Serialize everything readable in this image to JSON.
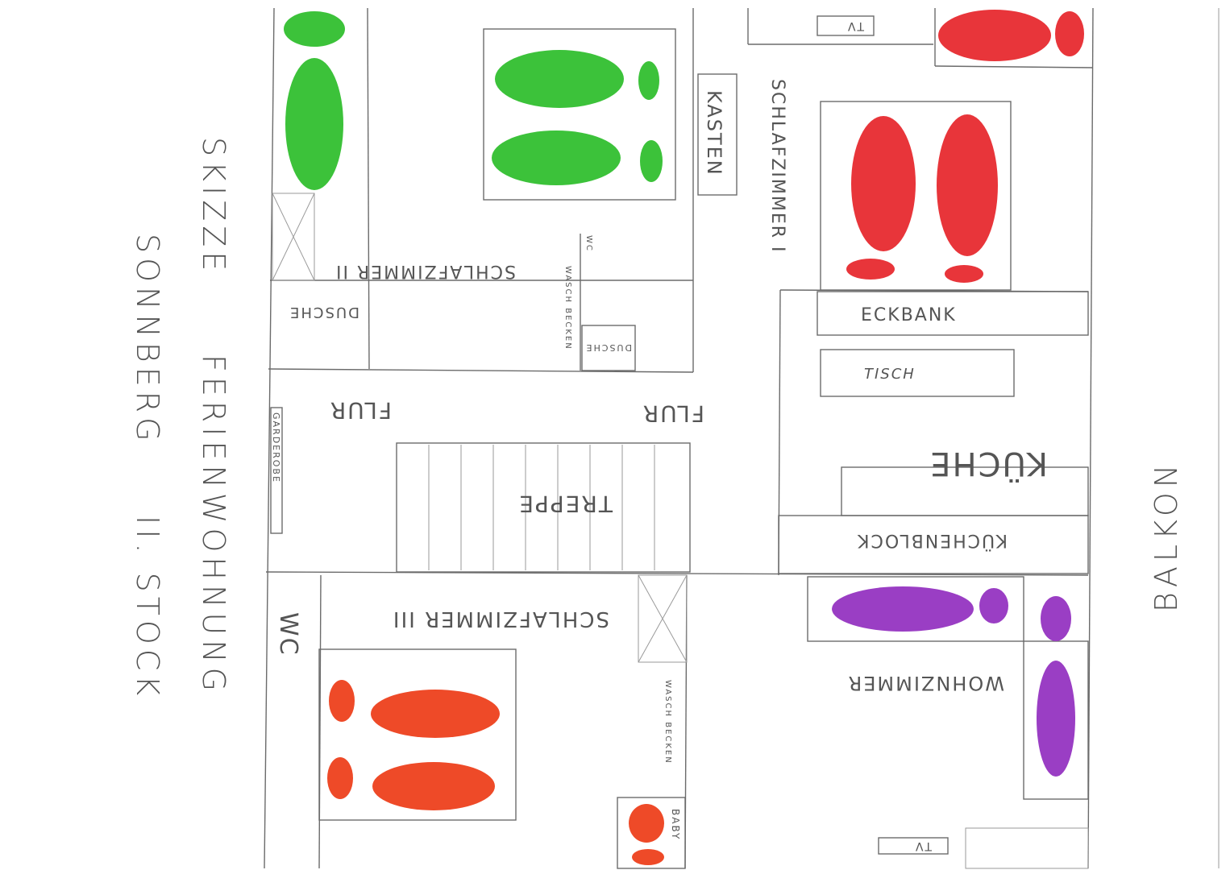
{
  "title": {
    "line1": "SKIZZE",
    "line2": "FERIENWOHNUNG",
    "place": "SONNBERG",
    "floor": "II. STOCK"
  },
  "rooms": {
    "balkon": "BALKON",
    "schlafzimmer_1": "SCHLAFZIMMER I",
    "schlafzimmer_2": "SCHLAFZIMMER II",
    "schlafzimmer_3": "SCHLAFZIMMER III",
    "kueche": "KÜCHE",
    "wohnzimmer": "WOHNZIMMER",
    "flur_left": "FLUR",
    "flur_right": "FLUR",
    "treppe": "TREPPE",
    "dusche_1": "DUSCHE",
    "dusche_2": "DUSCHE",
    "wc_1": "WC",
    "wc_2": "WC"
  },
  "furniture": {
    "kasten": "KASTEN",
    "tv_1": "TV",
    "tv_2": "TV",
    "eckbank": "ECKBANK",
    "tisch": "TISCH",
    "kuechenblock": "KÜCHENBLOCK",
    "garderobe": "GARDEROBE",
    "waschbecken_1": "WASCH BECKEN",
    "waschbecken_2": "WASCH BECKEN",
    "baby": "BABY"
  },
  "colors": {
    "green": "#3cc23a",
    "red": "#e8353a",
    "orange": "#ee4a28",
    "purple": "#9a3ec4"
  }
}
